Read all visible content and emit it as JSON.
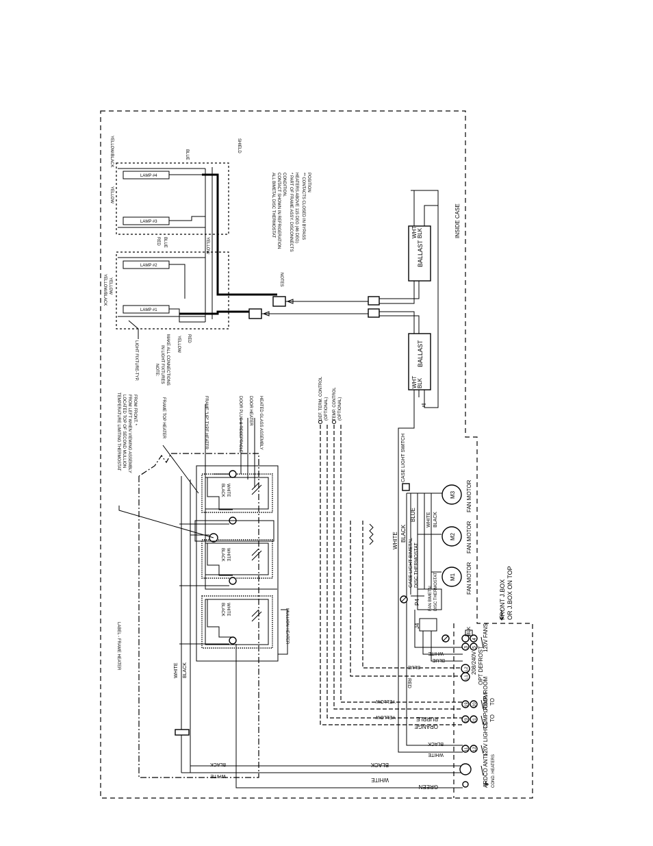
{
  "boundaries": {
    "inside_case": "INSIDE CASE",
    "front_jbox": "FRONT J.BOX",
    "jbox_on_top": "OR J.BOX ON TOP"
  },
  "light_fixtures": {
    "lamps": [
      "LAMP #1",
      "LAMP #2",
      "LAMP #3",
      "LAMP #4"
    ],
    "fixture_label": "LIGHT FIXTURE-TYP.",
    "note_title": "NOTE:",
    "note_line1": "IN LIGHT FIXTURES",
    "note_line2": "MAKE ALL CONNECTIONS",
    "ballast_label": "BALLAST",
    "ballast_wire_white": "WHT",
    "ballast_wire_black": "BLK",
    "shield_label": "SHIELD"
  },
  "wire_labels": {
    "yellow": "YELLOW",
    "yellow_black": "YELLOW/BLACK",
    "blue": "BLUE",
    "red": "RED",
    "white": "WHITE",
    "black": "BLACK",
    "green": "GREEN",
    "orange": "ORANGE",
    "purple": "PURPLE"
  },
  "notes": {
    "title": "NOTES",
    "line1": "ALL BIMETAL DISC THERMOSTAT",
    "line2": "CONTACT SHOWN IN REFRIGERATION",
    "line3": "CONDITION.",
    "line4": "* PART OF FRAME ASSY. DISCONNECTS",
    "line5": "HEATERS ABOVE 115 DEG (46 DEG)",
    "line6": "** CONTACTS CLOSED IN BYPASS",
    "line7": "POSITION"
  },
  "frame_heater": {
    "temp_limit_1": "TEMPERATURE LIMITING THERMOSTAT",
    "temp_limit_2": "LOCATED TOP OF SECOND MULLION",
    "temp_limit_3": "FROM LEFT WHEN VIEWING ASSEMBLY",
    "temp_limit_4": "FROM FRONT. *",
    "frame_top_heater": "FRAME TOP HEATER",
    "frame_up_heater": "FRAME \"UP\" TYPE HEATER",
    "door_plug": "DOOR PLUG & RECEPTACLE",
    "door_heater": "DOOR HEATER",
    "heated_glass": "HEATED GLASS ASSEMBLY",
    "mullion_heater": "MULLION HEATER",
    "label_frame_heater": "LABEL - FRAME HEATER"
  },
  "controls": {
    "def_term": "DEF. TERM. CONTROL",
    "optional_1": "(OPTIONAL)",
    "temp_control": "TEMP. CONTROL",
    "optional_2": "(OPTIONAL)",
    "case_light_switch": "CASE LIGHT SWITCH",
    "case_light_thermostat_1": "CASE LIGHT BIMETAL",
    "case_light_thermostat_2": "DISC THERMOSTAT",
    "fan_thermostat_1": "FAN BIMETAL",
    "fan_thermostat_2": "DISC THERMOSTAT",
    "p4": "P4",
    "j4": "J4"
  },
  "motors": {
    "m1": "M1",
    "m2": "M2",
    "m3": "M3",
    "fan_motor": "FAN MOTOR"
  },
  "terminals": {
    "fans": "120V FANS",
    "defrost_1": "OPT DEFROST",
    "defrost_2": "208/240V",
    "comp_room_1": "COMP. ROOM",
    "to_1": "TO",
    "comp_room_2": "COMP. ROOM",
    "to_2": "TO",
    "lights": "120V LIGHTS",
    "anti_cond_1": "ARDCO ANTI-",
    "anti_cond_2": "COND. HEATERS",
    "t_blk": "BLK",
    "n4": "4",
    "n3": "3",
    "n5": "5",
    "l1": "L1",
    "l2": "L2",
    "n19": "19",
    "n20": "20",
    "n21": "21",
    "n23": "23",
    "n11": "11",
    "n12": "12"
  }
}
